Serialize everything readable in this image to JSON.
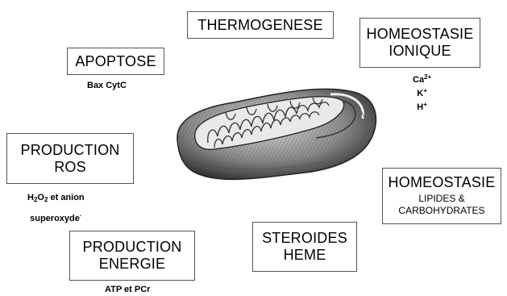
{
  "boxes": {
    "thermogenese": {
      "line1": "THERMOGENESE"
    },
    "homeostasie_ionique": {
      "line1": "HOMEOSTASIE",
      "line2": "IONIQUE"
    },
    "apoptose": {
      "line1": "APOPTOSE"
    },
    "production_ros": {
      "line1": "PRODUCTION",
      "line2": "ROS"
    },
    "homeostasie_lipides": {
      "line1": "HOMEOSTASIE",
      "line2": "LIPIDES &",
      "line3": "CARBOHYDRATES"
    },
    "steroides": {
      "line1": "STEROIDES",
      "line2": "HEME"
    },
    "production_energie": {
      "line1": "PRODUCTION",
      "line2": "ENERGIE"
    }
  },
  "captions": {
    "apoptose": "Bax CytC",
    "ions": {
      "ca": "Ca",
      "ca_sup": "2+",
      "k": "K",
      "k_sup": "+",
      "h": "H",
      "h_sup": "+"
    },
    "ros": {
      "h": "H",
      "h_sub": "2",
      "o": "O",
      "o_sub": "2",
      "rest": " et anion",
      "line2": "superoxyde",
      "line2_sup": "·"
    },
    "energie": "ATP et PCr"
  },
  "image": {
    "icon": "mitochondrion-drawing"
  }
}
